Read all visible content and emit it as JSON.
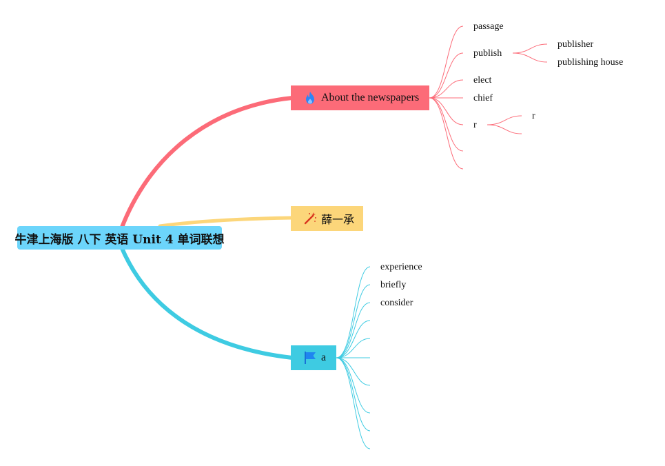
{
  "root": {
    "label": "牛津上海版 八下 英语 Unit 4 单词联想",
    "color": "#6cd5fb"
  },
  "branches": [
    {
      "label": "About the newspapers",
      "icon": "fire-icon",
      "color": "#fc6b78",
      "leaves": [
        {
          "label": "passage"
        },
        {
          "label": "publish",
          "children": [
            "publisher",
            "publishing house"
          ]
        },
        {
          "label": "elect"
        },
        {
          "label": "chief"
        },
        {
          "label": "r",
          "children": [
            "r",
            ""
          ]
        },
        {
          "label": ""
        },
        {
          "label": ""
        }
      ]
    },
    {
      "label": "薛一承",
      "icon": "magic-wand-icon",
      "color": "#fcd67a",
      "leaves": []
    },
    {
      "label": "a",
      "icon": "flag-icon",
      "color": "#3ecbe2",
      "leaves": [
        {
          "label": "experience"
        },
        {
          "label": "briefly"
        },
        {
          "label": "consider"
        },
        {
          "label": ""
        },
        {
          "label": ""
        },
        {
          "label": ""
        },
        {
          "label": ""
        },
        {
          "label": ""
        },
        {
          "label": ""
        },
        {
          "label": ""
        }
      ]
    }
  ]
}
